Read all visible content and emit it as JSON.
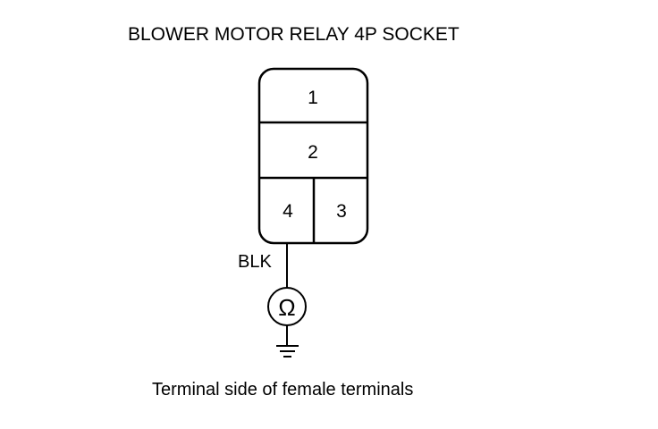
{
  "title": "BLOWER MOTOR RELAY 4P SOCKET",
  "caption": "Terminal side of female terminals",
  "connector": {
    "terminals": {
      "t1": "1",
      "t2": "2",
      "t3": "3",
      "t4": "4"
    }
  },
  "wire": {
    "color_label": "BLK"
  },
  "meter": {
    "symbol": "Ω",
    "icon": "ohmmeter-icon"
  },
  "ground": {
    "icon": "ground-icon"
  }
}
